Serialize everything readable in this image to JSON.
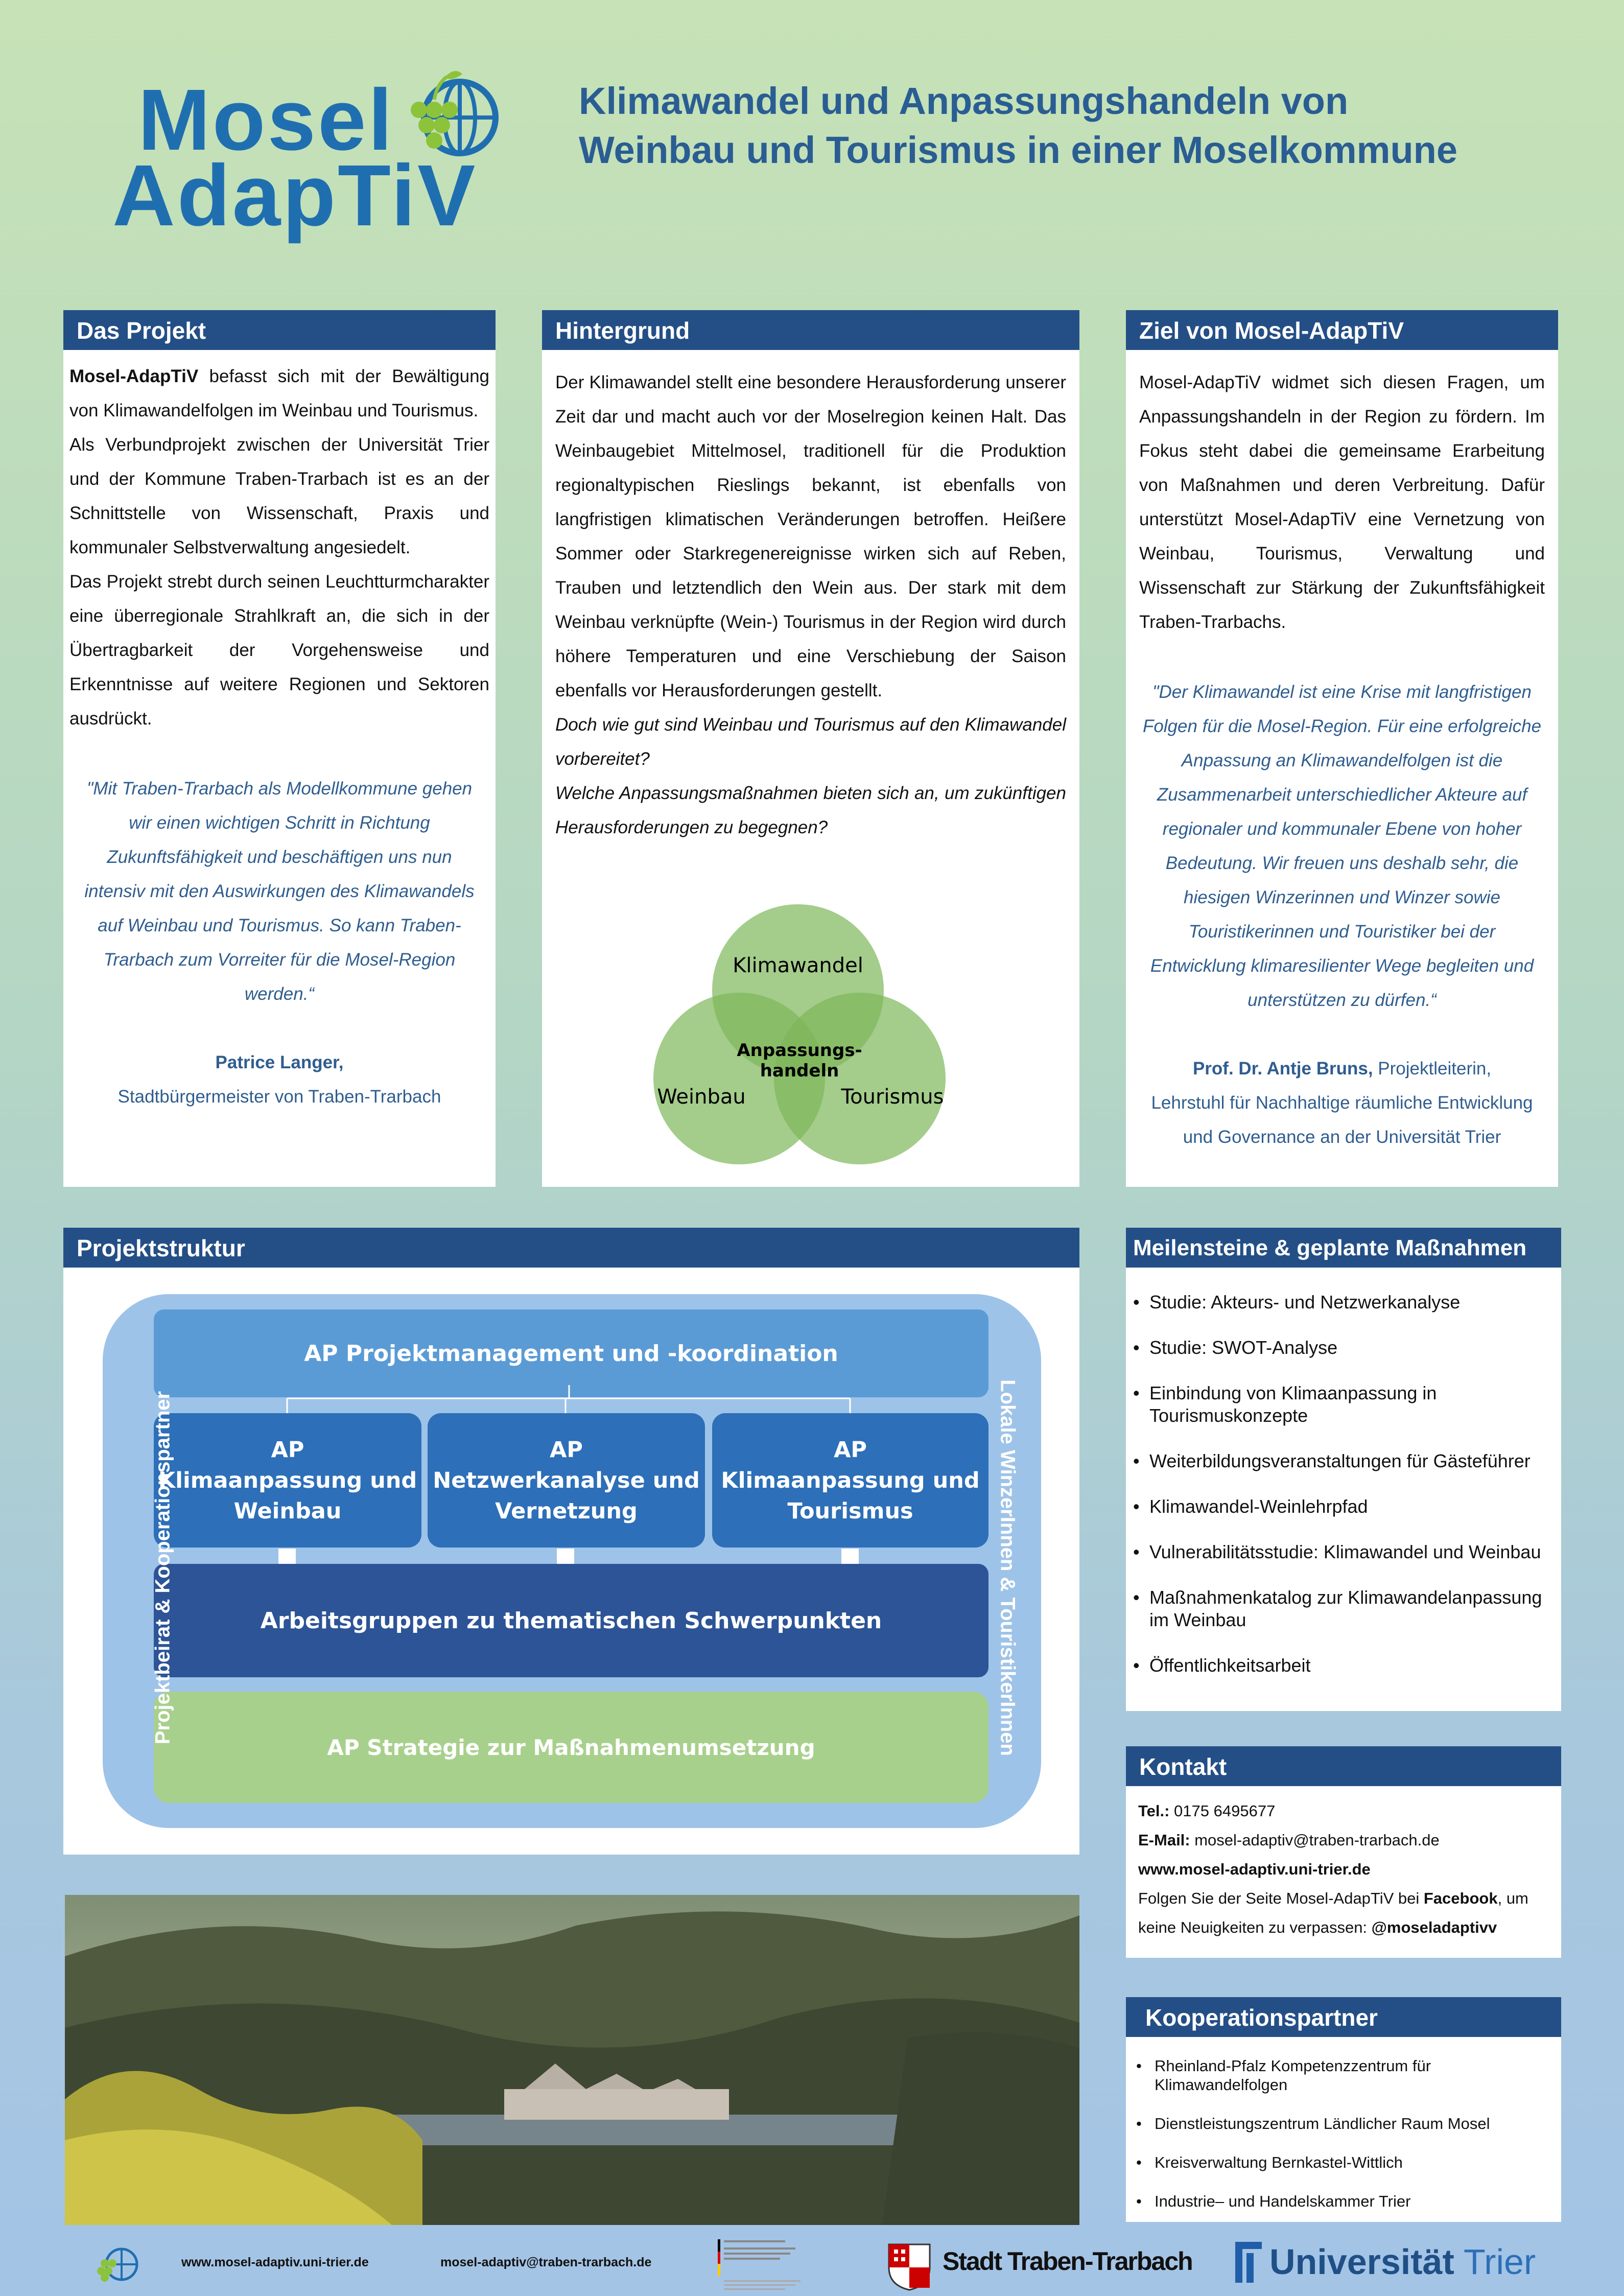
{
  "logo": {
    "line1": "Mosel",
    "line2": "AdapTiV"
  },
  "title": "Klimawandel und Anpassungshandeln von Weinbau und Tourismus in einer Moselkommune",
  "projekt": {
    "heading": "Das Projekt",
    "lead_bold": "Mosel-AdapTiV",
    "lead_rest": " befasst sich mit der Bewältigung von Klimawandelfolgen im Weinbau und Tourismus.",
    "p2": "Als Verbundprojekt zwischen der Universität Trier und der Kommune Traben-Trarbach ist es an der Schnittstelle von Wissenschaft, Praxis und kommunaler Selbstverwaltung angesiedelt.",
    "p3": "Das Projekt strebt durch seinen Leuchtturmcharakter eine überregionale Strahlkraft an, die sich in der Übertragbarkeit der Vorgehensweise und Erkenntnisse auf weitere Regionen und Sektoren ausdrückt.",
    "quote": "\"Mit Traben-Trarbach als Modellkommune gehen wir einen wichtigen Schritt in Richtung Zukunftsfähigkeit und beschäftigen uns nun intensiv mit den Auswirkungen des Klimawandels auf Weinbau und Tourismus. So kann Traben-Trarbach zum Vorreiter für die Mosel-Region werden.“",
    "author_name": "Patrice Langer,",
    "author_role": "Stadtbürgermeister von Traben-Trarbach"
  },
  "hintergrund": {
    "heading": "Hintergrund",
    "p1": "Der Klimawandel stellt eine besondere Herausforderung unserer Zeit dar und macht auch vor der Moselregion keinen Halt. Das Weinbaugebiet Mittelmosel, traditionell für die Produktion regionaltypischen Rieslings bekannt, ist ebenfalls von langfristigen klimatischen Veränderungen betroffen. Heißere Sommer oder Starkregenereignisse wirken sich auf Reben, Trauben und letztendlich den Wein aus. Der stark mit dem Weinbau verknüpfte (Wein-) Tourismus in der Region wird durch höhere Temperaturen und eine Verschiebung der Saison ebenfalls vor Herausforderungen gestellt.",
    "q1": "Doch wie gut sind Weinbau und Tourismus auf den Klimawandel vorbereitet?",
    "q2": "Welche Anpassungsmaßnahmen bieten sich an, um zukünftigen Herausforderungen zu begegnen?",
    "venn": {
      "top": "Klimawandel",
      "left": "Weinbau",
      "right": "Tourismus",
      "center_1": "Anpassungs-",
      "center_2": "handeln"
    }
  },
  "ziel": {
    "heading": "Ziel von Mosel-AdapTiV",
    "p1": "Mosel-AdapTiV widmet sich diesen Fragen, um Anpassungshandeln in der Region zu fördern. Im Fokus steht dabei die gemeinsame Erarbeitung von Maßnahmen und deren Verbreitung. Dafür unterstützt Mosel-AdapTiV eine Vernetzung von Weinbau, Tourismus, Verwaltung und Wissenschaft zur Stärkung der Zukunftsfähigkeit Traben-Trarbachs.",
    "quote": "\"Der Klimawandel ist eine Krise mit langfristigen Folgen für die Mosel-Region. Für eine erfolgreiche Anpassung an Klimawandelfolgen ist die Zusammenarbeit unterschiedlicher Akteure auf regionaler und kommunaler Ebene von hoher Bedeutung. Wir freuen uns deshalb sehr, die hiesigen Winzerinnen und Winzer sowie Touristikerinnen und Touristiker bei der Entwicklung klimaresilienter Wege begleiten und unterstützen zu dürfen.“",
    "author_name": "Prof. Dr. Antje Bruns,",
    "author_role1": " Projektleiterin,",
    "author_role2": "Lehrstuhl für Nachhaltige räumliche Entwicklung und Governance an der Universität Trier"
  },
  "struktur": {
    "heading": "Projektstruktur",
    "pm": "AP Projektmanagement und -koordination",
    "ap1_1": "AP",
    "ap1_2": "Klimaanpassung und",
    "ap1_3": "Weinbau",
    "ap2_1": "AP",
    "ap2_2": "Netzwerkanalyse und",
    "ap2_3": "Vernetzung",
    "ap3_1": "AP",
    "ap3_2": "Klimaanpassung und",
    "ap3_3": "Tourismus",
    "arbeitsgruppen": "Arbeitsgruppen zu thematischen Schwerpunkten",
    "strategie": "AP Strategie zur Maßnahmenumsetzung",
    "left_label": "Projektbeirat & Kooperationspartner",
    "right_label": "Lokale WinzerInnen & TouristikerInnen"
  },
  "meilensteine": {
    "heading": "Meilensteine & geplante Maßnahmen",
    "items": [
      "Studie: Akteurs- und Netzwerkanalyse",
      "Studie: SWOT-Analyse",
      "Einbindung von Klimaanpassung in Tourismuskonzepte",
      "Weiterbildungsveranstaltungen für Gästeführer",
      "Klimawandel-Weinlehrpfad",
      "Vulnerabilitätsstudie: Klimawandel und Weinbau",
      "Maßnahmenkatalog zur Klimawandelanpassung im Weinbau",
      "Öffentlichkeitsarbeit"
    ]
  },
  "kontakt": {
    "heading": "Kontakt",
    "tel_label": "Tel.:",
    "tel": " 0175 6495677",
    "email_label": "E-Mail:",
    "email": " mosel-adaptiv@traben-trarbach.de",
    "web": "www.mosel-adaptiv.uni-trier.de",
    "follow_1": "Folgen Sie der Seite Mosel-AdapTiV bei ",
    "follow_bold": "Facebook",
    "follow_2": ", um keine Neuigkeiten zu verpassen: ",
    "handle": "@moseladaptivv"
  },
  "kooperation": {
    "heading": "Kooperationspartner",
    "items": [
      "Rheinland-Pfalz Kompetenzzentrum für Klimawandelfolgen",
      "Dienstleistungszentrum Ländlicher Raum Mosel",
      "Kreisverwaltung Bernkastel-Wittlich",
      "Industrie– und Handelskammer Trier"
    ]
  },
  "footer": {
    "web": "www.mosel-adaptiv.uni-trier.de",
    "email": "mosel-adaptiv@traben-trarbach.de",
    "city": "Stadt Traben-Trarbach",
    "uni_1": "Universität",
    "uni_2": " Trier"
  },
  "colors": {
    "header_blue": "#244f86",
    "logo_blue": "#1f6fb0",
    "logo_green": "#8dc33a",
    "quote_blue": "#2f5d8f",
    "venn_green": "#7db75a",
    "ap_blue": "#2d6fb8",
    "pm_blue": "#5a9bd6",
    "ag_blue": "#2c5497",
    "strategie_green": "#a8d08d",
    "frame_blue": "#9ec3e8"
  }
}
